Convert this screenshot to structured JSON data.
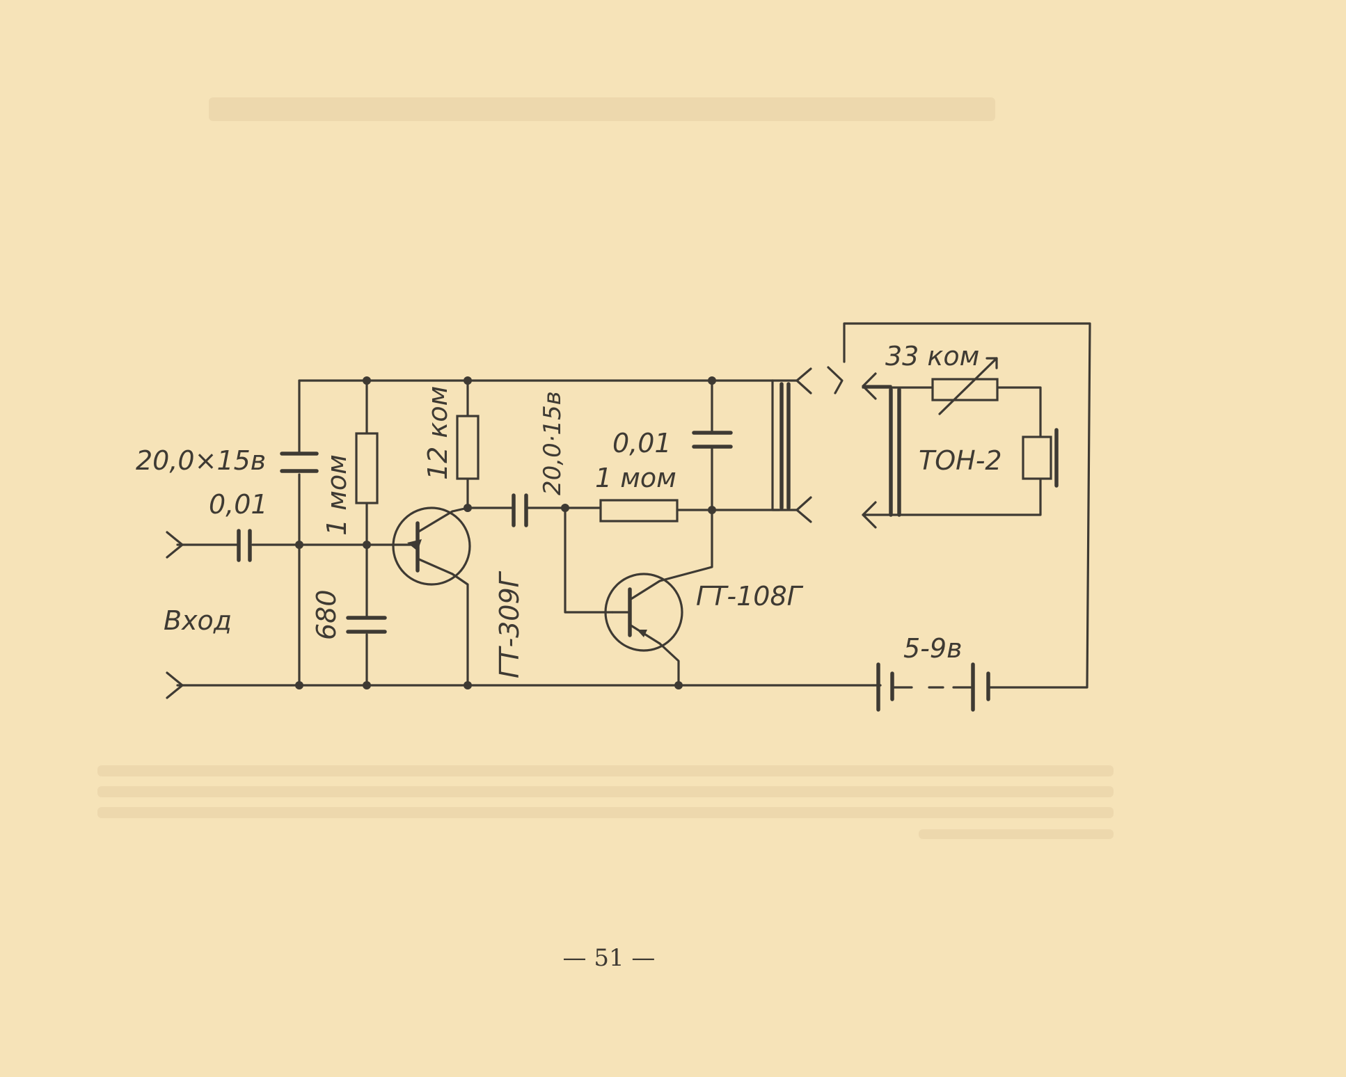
{
  "labels": {
    "input_cap_value": "0,01",
    "bypass_cap_value": "20,0×15в",
    "base_bias_resistor": "1 мом",
    "base_cap_value": "680",
    "collector_resistor": "12 ком",
    "coupling_cap_value": "20,0·15в",
    "transistor_1": "ГТ-309Г",
    "feedback_cap_value": "0,01",
    "feedback_resistor": "1 мом",
    "transistor_2": "ГТ-108Г",
    "variable_resistor": "33 ком",
    "headphone": "ТОН-2",
    "battery_voltage": "5-9в",
    "input_label": "Вход"
  },
  "page_number": "— 51 —"
}
